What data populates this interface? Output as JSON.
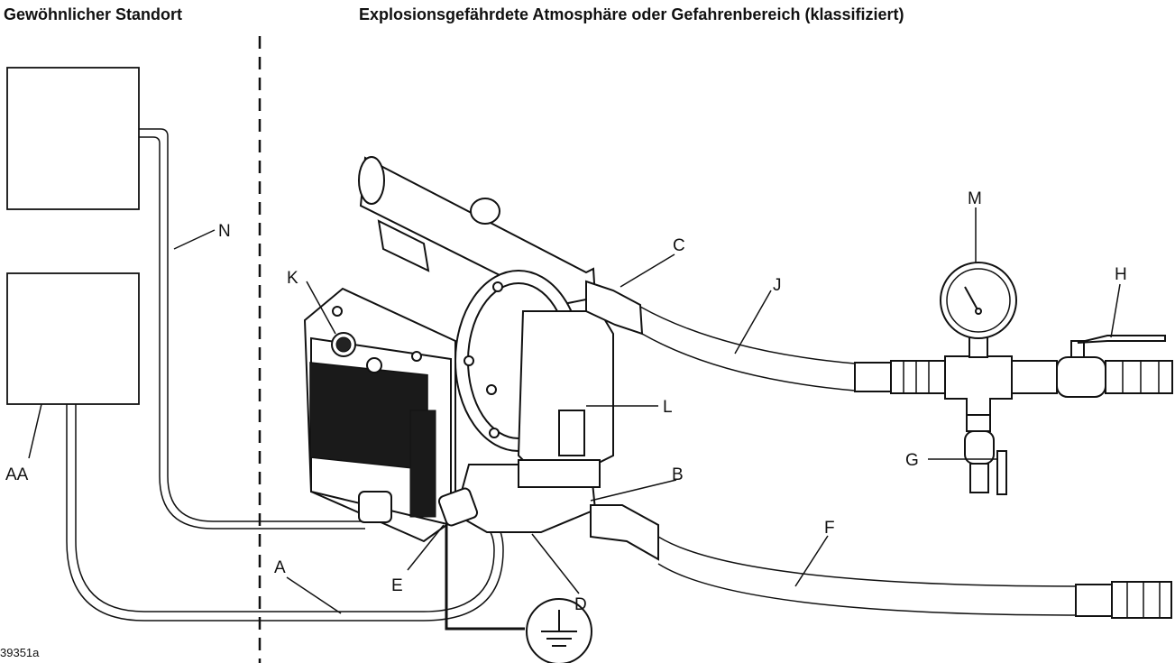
{
  "headers": {
    "ordinary_location": "Gewöhnlicher Standort",
    "hazardous_location": "Explosionsgefährdete Atmosphäre oder Gefahrenbereich (klassifiziert)"
  },
  "figure_id": "39351a",
  "callouts": {
    "A": "A",
    "AA": "AA",
    "B": "B",
    "C": "C",
    "D": "D",
    "E": "E",
    "F": "F",
    "G": "G",
    "H": "H",
    "J": "J",
    "K": "K",
    "L": "L",
    "M": "M",
    "N": "N"
  }
}
